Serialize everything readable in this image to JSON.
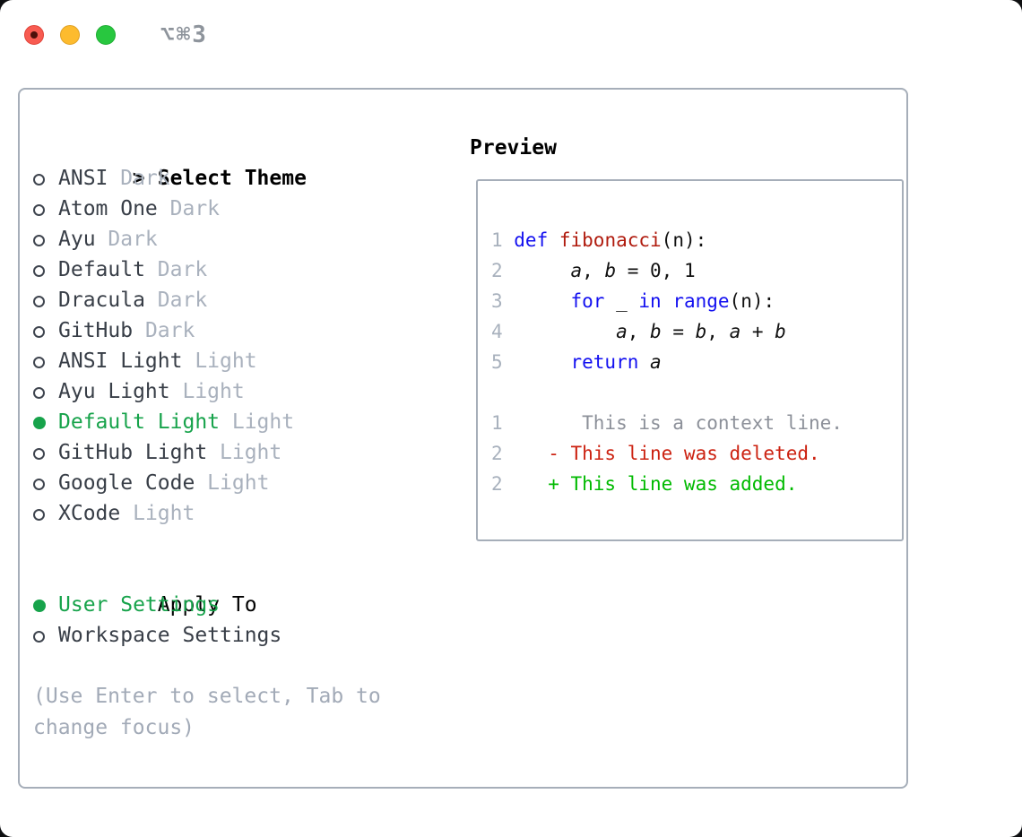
{
  "window": {
    "title": "⌥⌘3",
    "controls": [
      {
        "name": "close",
        "color": "#f85b51"
      },
      {
        "name": "minimize",
        "color": "#fdbb2e"
      },
      {
        "name": "zoom",
        "color": "#28c73f"
      }
    ]
  },
  "theme_selector": {
    "header_prefix": ">",
    "header": "Select Theme",
    "items": [
      {
        "name": "ANSI",
        "variant": "Dark",
        "selected": false
      },
      {
        "name": "Atom One",
        "variant": "Dark",
        "selected": false
      },
      {
        "name": "Ayu",
        "variant": "Dark",
        "selected": false
      },
      {
        "name": "Default",
        "variant": "Dark",
        "selected": false
      },
      {
        "name": "Dracula",
        "variant": "Dark",
        "selected": false
      },
      {
        "name": "GitHub",
        "variant": "Dark",
        "selected": false
      },
      {
        "name": "ANSI Light",
        "variant": "Light",
        "selected": false
      },
      {
        "name": "Ayu Light",
        "variant": "Light",
        "selected": false
      },
      {
        "name": "Default Light",
        "variant": "Light",
        "selected": true
      },
      {
        "name": "GitHub Light",
        "variant": "Light",
        "selected": false
      },
      {
        "name": "Google Code",
        "variant": "Light",
        "selected": false
      },
      {
        "name": "XCode",
        "variant": "Light",
        "selected": false
      }
    ]
  },
  "apply_to": {
    "header": "Apply To",
    "options": [
      {
        "label": "User Settings",
        "selected": true
      },
      {
        "label": "Workspace Settings",
        "selected": false
      }
    ]
  },
  "help_text": "(Use Enter to select, Tab to change focus)",
  "preview": {
    "header": "Preview",
    "code_lines": [
      {
        "num": "1",
        "segments": [
          {
            "text": "def",
            "style": "keyword"
          },
          {
            "text": " ",
            "style": "plain"
          },
          {
            "text": "fibonacci",
            "style": "function"
          },
          {
            "text": "(n):",
            "style": "plain"
          }
        ]
      },
      {
        "num": "2",
        "segments": [
          {
            "text": "     ",
            "style": "plain"
          },
          {
            "text": "a",
            "style": "var"
          },
          {
            "text": ", ",
            "style": "plain"
          },
          {
            "text": "b",
            "style": "var"
          },
          {
            "text": " = 0, 1",
            "style": "plain"
          }
        ]
      },
      {
        "num": "3",
        "segments": [
          {
            "text": "     ",
            "style": "plain"
          },
          {
            "text": "for",
            "style": "keyword"
          },
          {
            "text": " _ ",
            "style": "plain"
          },
          {
            "text": "in",
            "style": "keyword"
          },
          {
            "text": " ",
            "style": "plain"
          },
          {
            "text": "range",
            "style": "keyword"
          },
          {
            "text": "(n):",
            "style": "plain"
          }
        ]
      },
      {
        "num": "4",
        "segments": [
          {
            "text": "         ",
            "style": "plain"
          },
          {
            "text": "a",
            "style": "var"
          },
          {
            "text": ", ",
            "style": "plain"
          },
          {
            "text": "b",
            "style": "var"
          },
          {
            "text": " = ",
            "style": "plain"
          },
          {
            "text": "b",
            "style": "var"
          },
          {
            "text": ", ",
            "style": "plain"
          },
          {
            "text": "a",
            "style": "var"
          },
          {
            "text": " + ",
            "style": "plain"
          },
          {
            "text": "b",
            "style": "var"
          }
        ]
      },
      {
        "num": "5",
        "segments": [
          {
            "text": "     ",
            "style": "plain"
          },
          {
            "text": "return",
            "style": "keyword"
          },
          {
            "text": " ",
            "style": "plain"
          },
          {
            "text": "a",
            "style": "var"
          }
        ]
      }
    ],
    "diff_lines": [
      {
        "num": "1",
        "segments": [
          {
            "text": "      This is a context line.",
            "style": "context"
          }
        ]
      },
      {
        "num": "2",
        "segments": [
          {
            "text": "   - This line was deleted.",
            "style": "deleted"
          }
        ]
      },
      {
        "num": "2",
        "segments": [
          {
            "text": "   + This line was added.",
            "style": "added"
          }
        ]
      }
    ]
  },
  "colors": {
    "selected_green": "#17a34b",
    "keyword_blue": "#1310f0",
    "function_red": "#b01b0e",
    "deleted_red": "#cc2211",
    "added_green": "#00ba00",
    "context_gray": "#8c9099",
    "line_number_gray": "#a8b1bd",
    "muted_gray": "#a9b1bd",
    "item_text": "#383e47",
    "panel_border": "#a6aeb9",
    "traffic_red": "#f85b51",
    "traffic_yellow": "#fdbb2e",
    "traffic_green": "#28c73f"
  }
}
